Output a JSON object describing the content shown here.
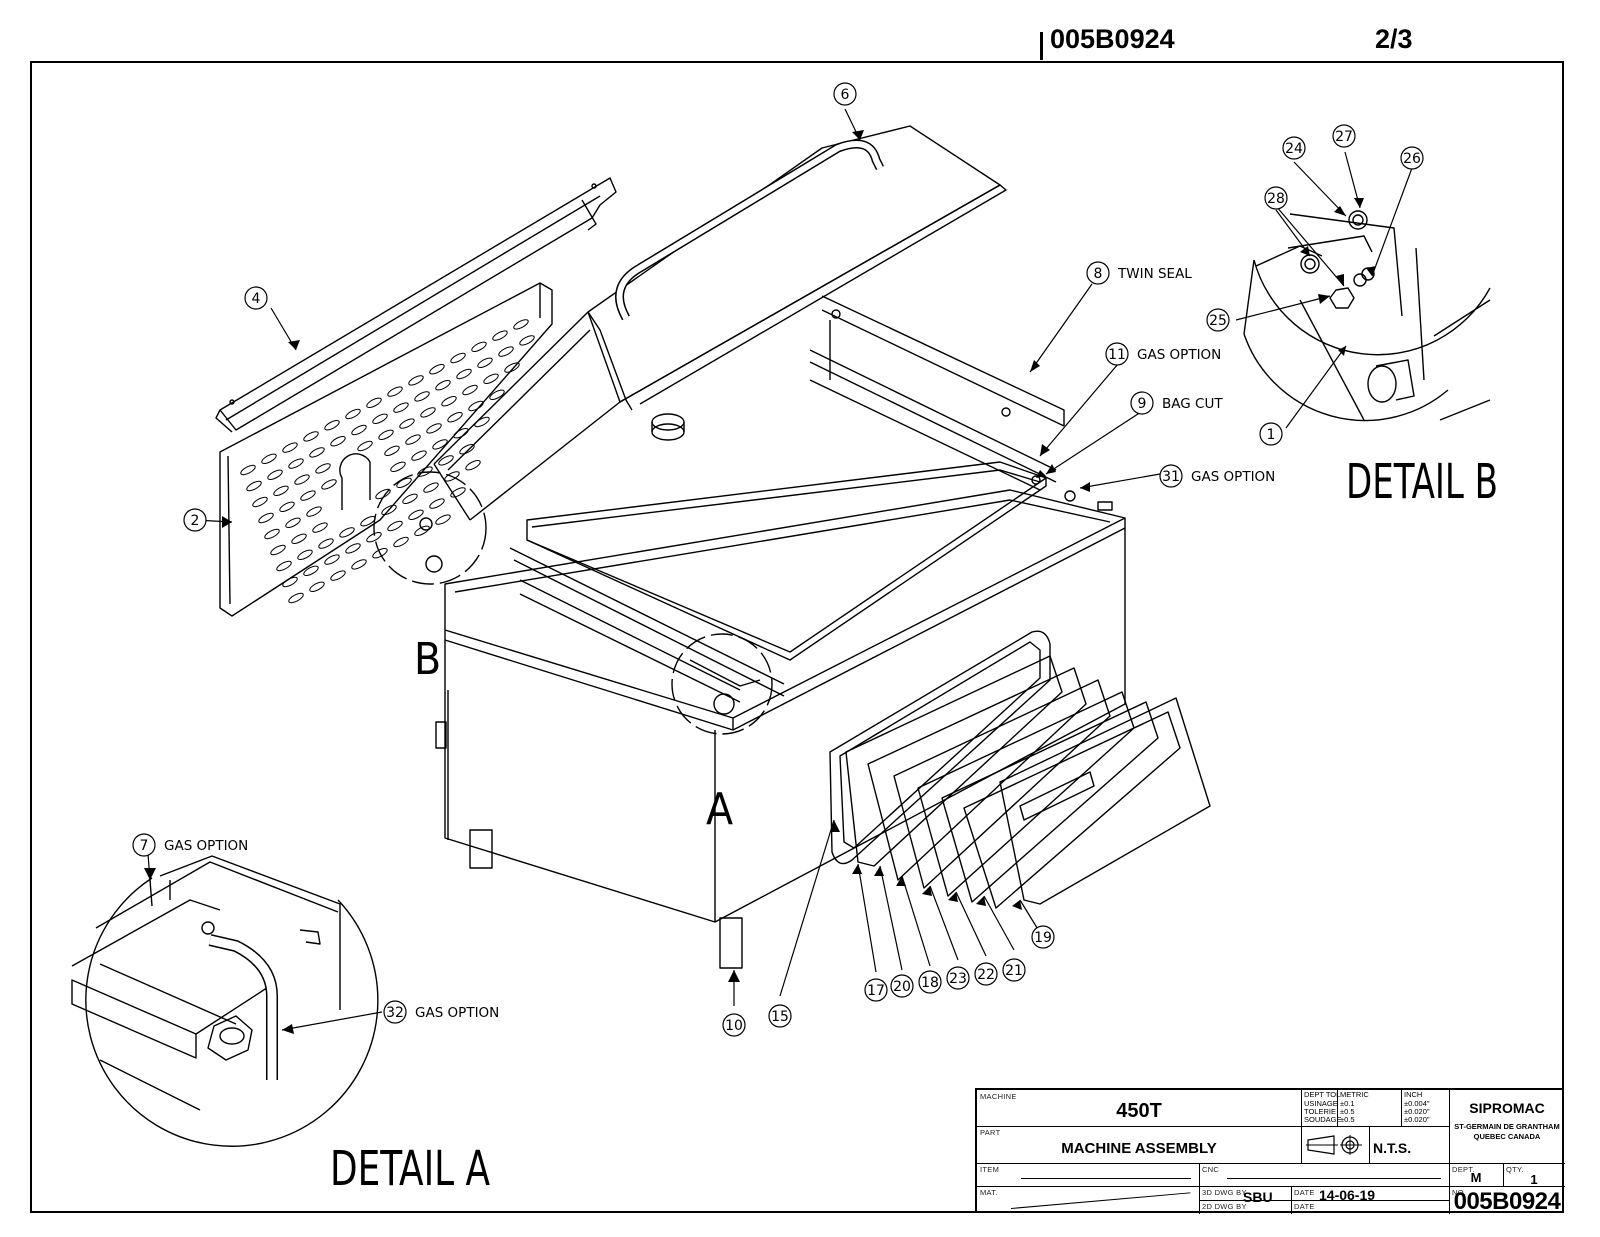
{
  "header": {
    "drawing_number": "005B0924",
    "sheet": "2/3"
  },
  "drawing": {
    "detail_a_title": "DETAIL A",
    "detail_b_title": "DETAIL B",
    "section_mark_a": "A",
    "section_mark_b": "B",
    "callouts": [
      {
        "num": "1",
        "note": ""
      },
      {
        "num": "2",
        "note": ""
      },
      {
        "num": "4",
        "note": ""
      },
      {
        "num": "6",
        "note": ""
      },
      {
        "num": "7",
        "note": "GAS OPTION"
      },
      {
        "num": "8",
        "note": "TWIN SEAL"
      },
      {
        "num": "9",
        "note": "BAG CUT"
      },
      {
        "num": "10",
        "note": ""
      },
      {
        "num": "11",
        "note": "GAS OPTION"
      },
      {
        "num": "15",
        "note": ""
      },
      {
        "num": "17",
        "note": ""
      },
      {
        "num": "18",
        "note": ""
      },
      {
        "num": "19",
        "note": ""
      },
      {
        "num": "20",
        "note": ""
      },
      {
        "num": "21",
        "note": ""
      },
      {
        "num": "22",
        "note": ""
      },
      {
        "num": "23",
        "note": ""
      },
      {
        "num": "24",
        "note": ""
      },
      {
        "num": "25",
        "note": ""
      },
      {
        "num": "26",
        "note": ""
      },
      {
        "num": "27",
        "note": ""
      },
      {
        "num": "28",
        "note": ""
      },
      {
        "num": "31",
        "note": "GAS OPTION"
      },
      {
        "num": "32",
        "note": "GAS OPTION"
      }
    ]
  },
  "title_block": {
    "machine_label": "MACHINE",
    "machine": "450T",
    "part_label": "PART",
    "part": "MACHINE ASSEMBLY",
    "item_label": "ITEM",
    "mat_label": "MAT.",
    "cnc_label": "CNC",
    "dwg3d_label": "3D DWG BY",
    "dwg3d_by": "SBU",
    "dwg2d_label": "2D DWG BY",
    "date_label": "DATE",
    "date": "14-06-19",
    "date2_label": "DATE",
    "tol_header": [
      "DEPT TOL",
      "METRIC",
      "INCH"
    ],
    "tol_rows": [
      [
        "USINAGE",
        "±0.1",
        "±0.004\""
      ],
      [
        "TOLERIE",
        "±0.5",
        "±0.020\""
      ],
      [
        "SOUDAGE",
        "±0.5",
        "±0.020\""
      ]
    ],
    "scale": "N.T.S.",
    "company": "SIPROMAC",
    "address_line1": "ST-GERMAIN DE GRANTHAM",
    "address_line2": "QUEBEC CANADA",
    "dept_label": "DEPT.",
    "dept": "M",
    "qty_label": "QTY.",
    "qty": "1",
    "no_label": "NO.",
    "number": "005B0924"
  }
}
